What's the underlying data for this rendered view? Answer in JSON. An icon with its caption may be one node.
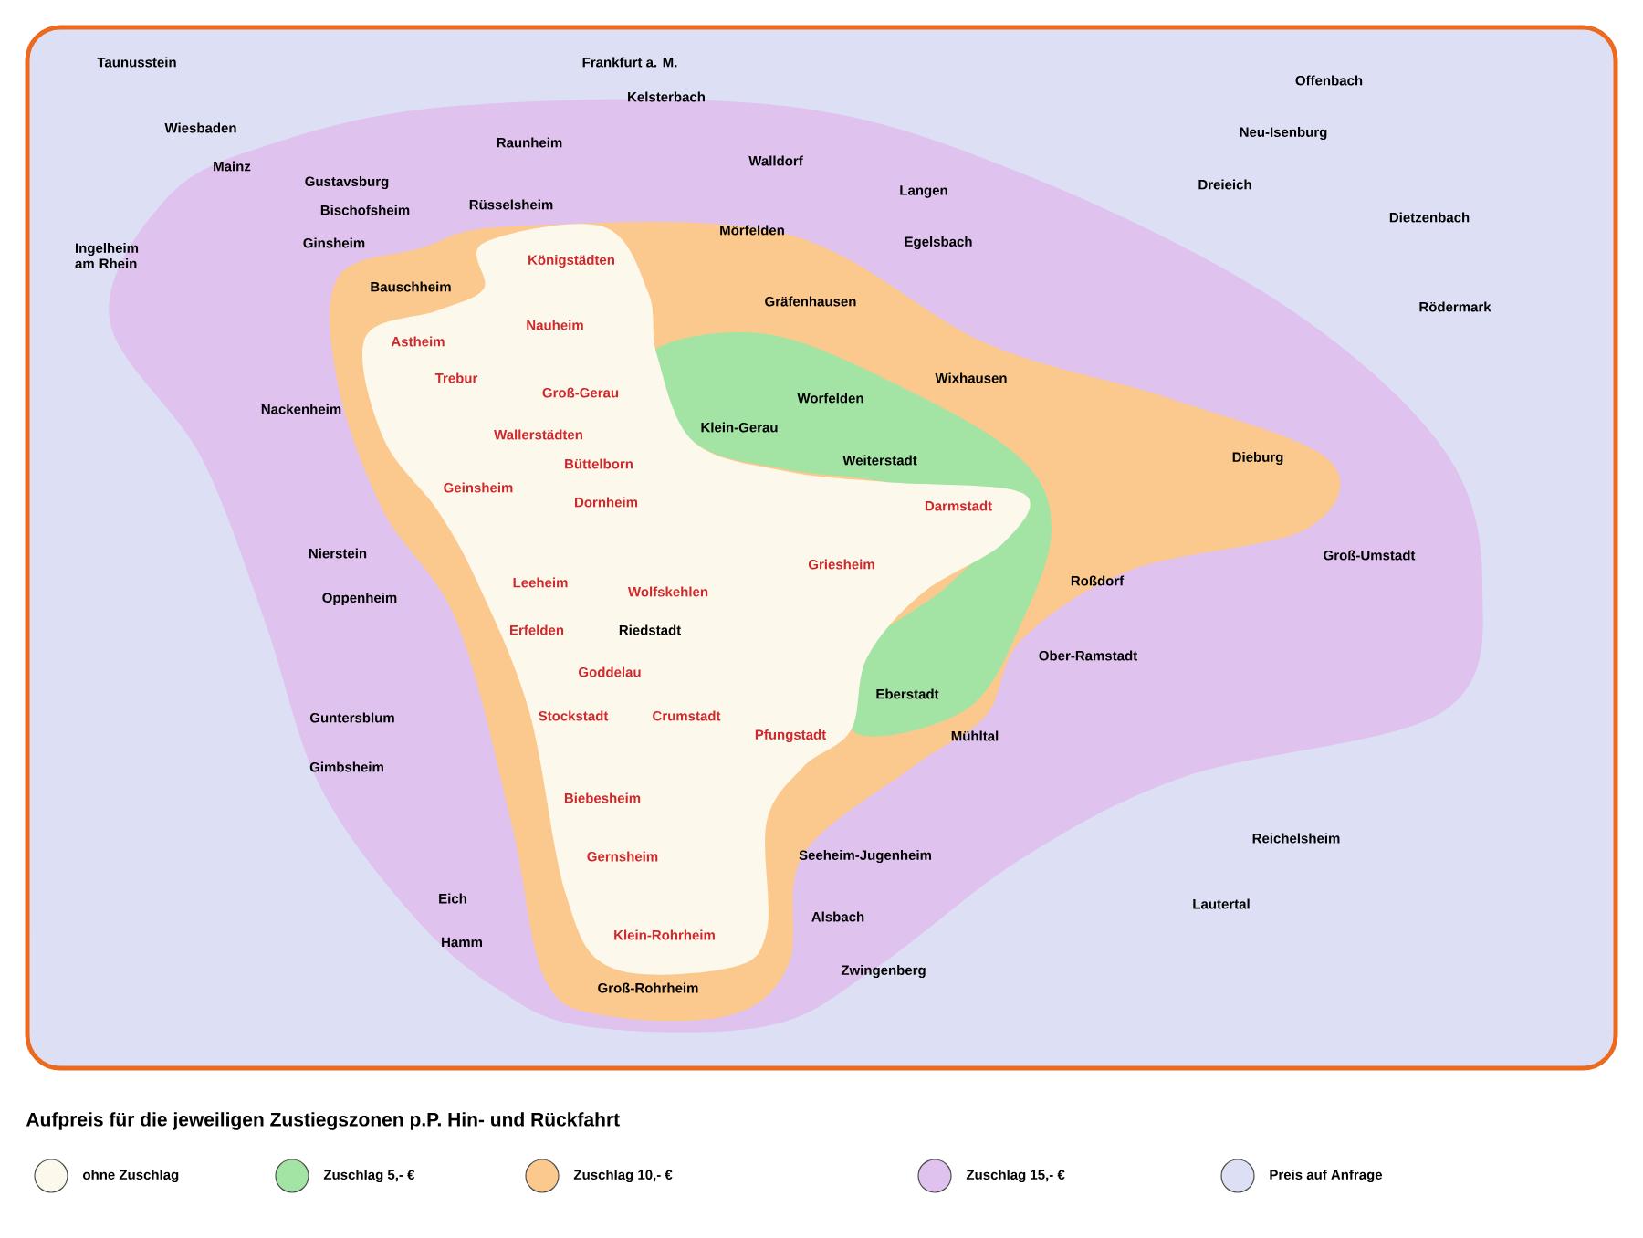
{
  "diagram": {
    "caption": "Aufpreis für die jeweiligen Zustiegszonen p.P. Hin- und Rückfahrt",
    "labels": [
      "Taunusstein",
      "Frankfurt a. M.",
      "Kelsterbach",
      "Offenbach",
      "Wiesbaden",
      "Raunheim",
      "Neu-Isenburg",
      "Mainz",
      "Walldorf",
      "Gustavsburg",
      "Dreieich",
      "Langen",
      "Bischofsheim",
      "Rüsselsheim",
      "Dietzenbach",
      "Ginsheim",
      "Mörfelden",
      "Egelsbach",
      "Ingelheim am Rhein",
      "Königstädten",
      "Bauschheim",
      "Gräfenhausen",
      "Rödermark",
      "Nauheim",
      "Astheim",
      "Trebur",
      "Wixhausen",
      "Groß-Gerau",
      "Worfelden",
      "Nackenheim",
      "Klein-Gerau",
      "Wallerstädten",
      "Weiterstadt",
      "Dieburg",
      "Büttelborn",
      "Geinsheim",
      "Dornheim",
      "Darmstadt",
      "Nierstein",
      "Groß-Umstadt",
      "Griesheim",
      "Leeheim",
      "Wolfskehlen",
      "Roßdorf",
      "Oppenheim",
      "Erfelden",
      "Riedstadt",
      "Ober-Ramstadt",
      "Goddelau",
      "Eberstadt",
      "Guntersblum",
      "Stockstadt",
      "Crumstadt",
      "Pfungstadt",
      "Mühltal",
      "Gimbsheim",
      "Biebesheim",
      "Reichelsheim",
      "Gernsheim",
      "Seeheim-Jugenheim",
      "Eich",
      "Lautertal",
      "Alsbach",
      "Klein-Rohrheim",
      "Hamm",
      "Zwingenberg",
      "Groß-Rohrheim"
    ],
    "legend": [
      {
        "text": "ohne Zuschlag",
        "color": "#fdf8ec"
      },
      {
        "text": "Zuschlag 5,- €",
        "color": "#a3e4a4"
      },
      {
        "text": "Zuschlag 10,- €",
        "color": "#fbc98e"
      },
      {
        "text": "Zuschlag 15,- €",
        "color": "#dfc2ee"
      },
      {
        "text": "Preis auf Anfrage",
        "color": "#dde0f5"
      }
    ]
  }
}
